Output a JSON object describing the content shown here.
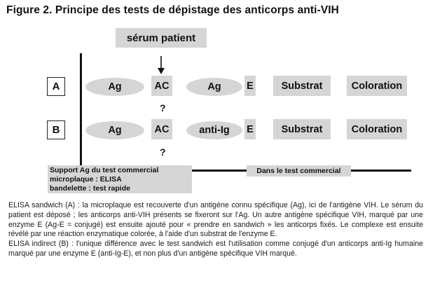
{
  "figure": {
    "title": "Figure 2. Principe des tests de dépistage des anticorps anti-VIH"
  },
  "header_box": {
    "label": "sérum patient"
  },
  "row_a": {
    "label": "A",
    "antigen": "Ag",
    "antibody": "AC",
    "conjugate": "Ag",
    "enzyme": "E",
    "substrate": "Substrat",
    "coloration": "Coloration",
    "question": "?"
  },
  "row_b": {
    "label": "B",
    "antigen": "Ag",
    "antibody": "AC",
    "conjugate": "anti-Ig",
    "enzyme": "E",
    "substrate": "Substrat",
    "coloration": "Coloration",
    "question": "?"
  },
  "support": {
    "line1": "Support Ag du test commercial",
    "line2": "microplaque : ELISA",
    "line3": "bandelette : test rapide"
  },
  "commercial": {
    "label": "Dans le test commercial"
  },
  "text": {
    "para1": "ELISA sandwich (A) : la microplaque est recouverte d'un antigène connu spécifique (Ag), ici de l'antigène VIH. Le sérum du patient est déposé ; les anticorps anti-VIH présents se fixeront sur l'Ag. Un autre antigène spécifique VIH, marqué par une enzyme E (Ag-E = conjugé) est ensuite ajouté pour « prendre en sandwich » les anticorps fixés. Le complexe est ensuite révélé par une réaction enzymatique colorée, à l'aide d'un substrat de l'enzyme E.",
    "para2": "ELISA indirect (B) : l'unique différence avec le test sandwich est l'utilisation comme conjugé d'un anticorps anti-Ig humaine marqué par une enzyme E (anti-Ig-E), et non plus d'un antigène spécifique VIH marqué."
  },
  "colors": {
    "box_fill": "#d5d5d5",
    "line": "#111111",
    "text": "#111111"
  }
}
